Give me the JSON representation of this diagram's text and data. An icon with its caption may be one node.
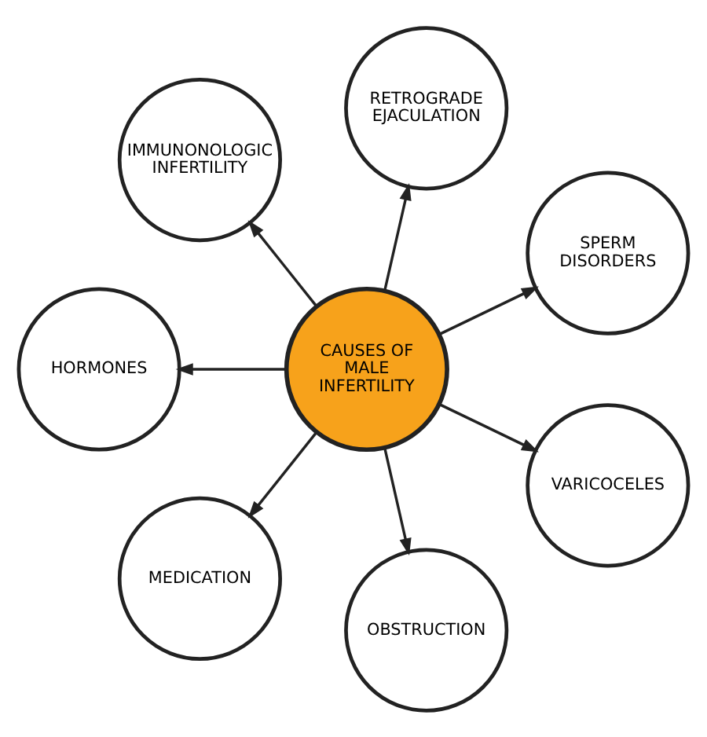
{
  "diagram": {
    "nodes": [
      {
        "text": [
          "CAUSES OF MALE INFERTILITY"
        ]
      },
      {
        "text": [
          "SPERM DISORDERS"
        ]
      },
      {
        "text": [
          "RETROGRADE EJACULATION"
        ]
      },
      {
        "text": [
          "IMMUNONOLOGIC INFERTILITY"
        ]
      },
      {
        "text": [
          "HORMONES"
        ]
      },
      {
        "text": [
          "MEDICATION"
        ]
      },
      {
        "text": [
          "OBSTRUCTION"
        ]
      },
      {
        "text": [
          "VARICOCELES"
        ]
      }
    ],
    "edges": [
      {
        "from": 0,
        "to": 1,
        "arrow": "to"
      },
      {
        "from": 0,
        "to": 2,
        "arrow": "to"
      },
      {
        "from": 0,
        "to": 3,
        "arrow": "to"
      },
      {
        "from": 0,
        "to": 4,
        "arrow": "to"
      },
      {
        "from": 0,
        "to": 5,
        "arrow": "to"
      },
      {
        "from": 0,
        "to": 6,
        "arrow": "to"
      },
      {
        "from": 0,
        "to": 7,
        "arrow": "to"
      }
    ]
  }
}
